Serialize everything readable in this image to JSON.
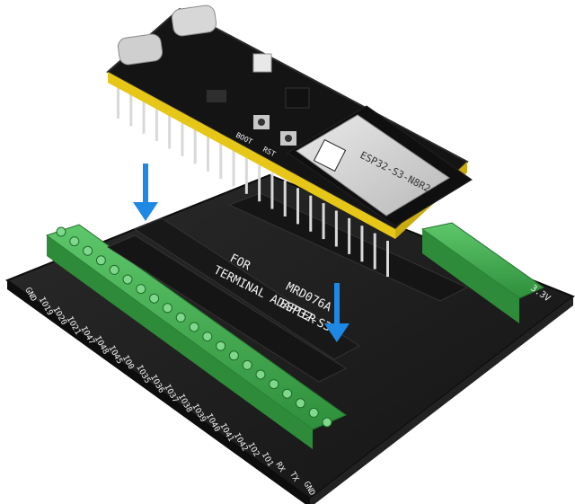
{
  "product": {
    "module_label": "ESP32-S3-N8R2",
    "board_label": "FOR MRD076A TERMINAL ADAPTER ESP32-S3",
    "board_line1_left": "FOR",
    "board_line1_right": "MRD076A",
    "board_line2_left": "TERMINAL ADAPTER",
    "board_line2_right": "ESP32-S3"
  },
  "pins_left_row": [
    "GND",
    "IO19",
    "IO20",
    "IO21",
    "IO47",
    "IO48",
    "IO45",
    "IO0",
    "IO35",
    "IO36",
    "IO37",
    "IO38",
    "IO39",
    "IO40",
    "IO41",
    "IO42",
    "IO2",
    "IO1",
    "RX",
    "TX",
    "GND"
  ],
  "pins_right_label": "3.3V",
  "button_labels": [
    "BOOT",
    "RST"
  ],
  "colors": {
    "board": "#1b1b1b",
    "terminal_green": "#3fae4f",
    "header_yellow": "#f2d21a",
    "arrow_blue": "#1e88e5",
    "silkscreen": "#f2f2f2"
  },
  "icons": [
    "down-arrow-icon",
    "down-arrow-icon"
  ]
}
